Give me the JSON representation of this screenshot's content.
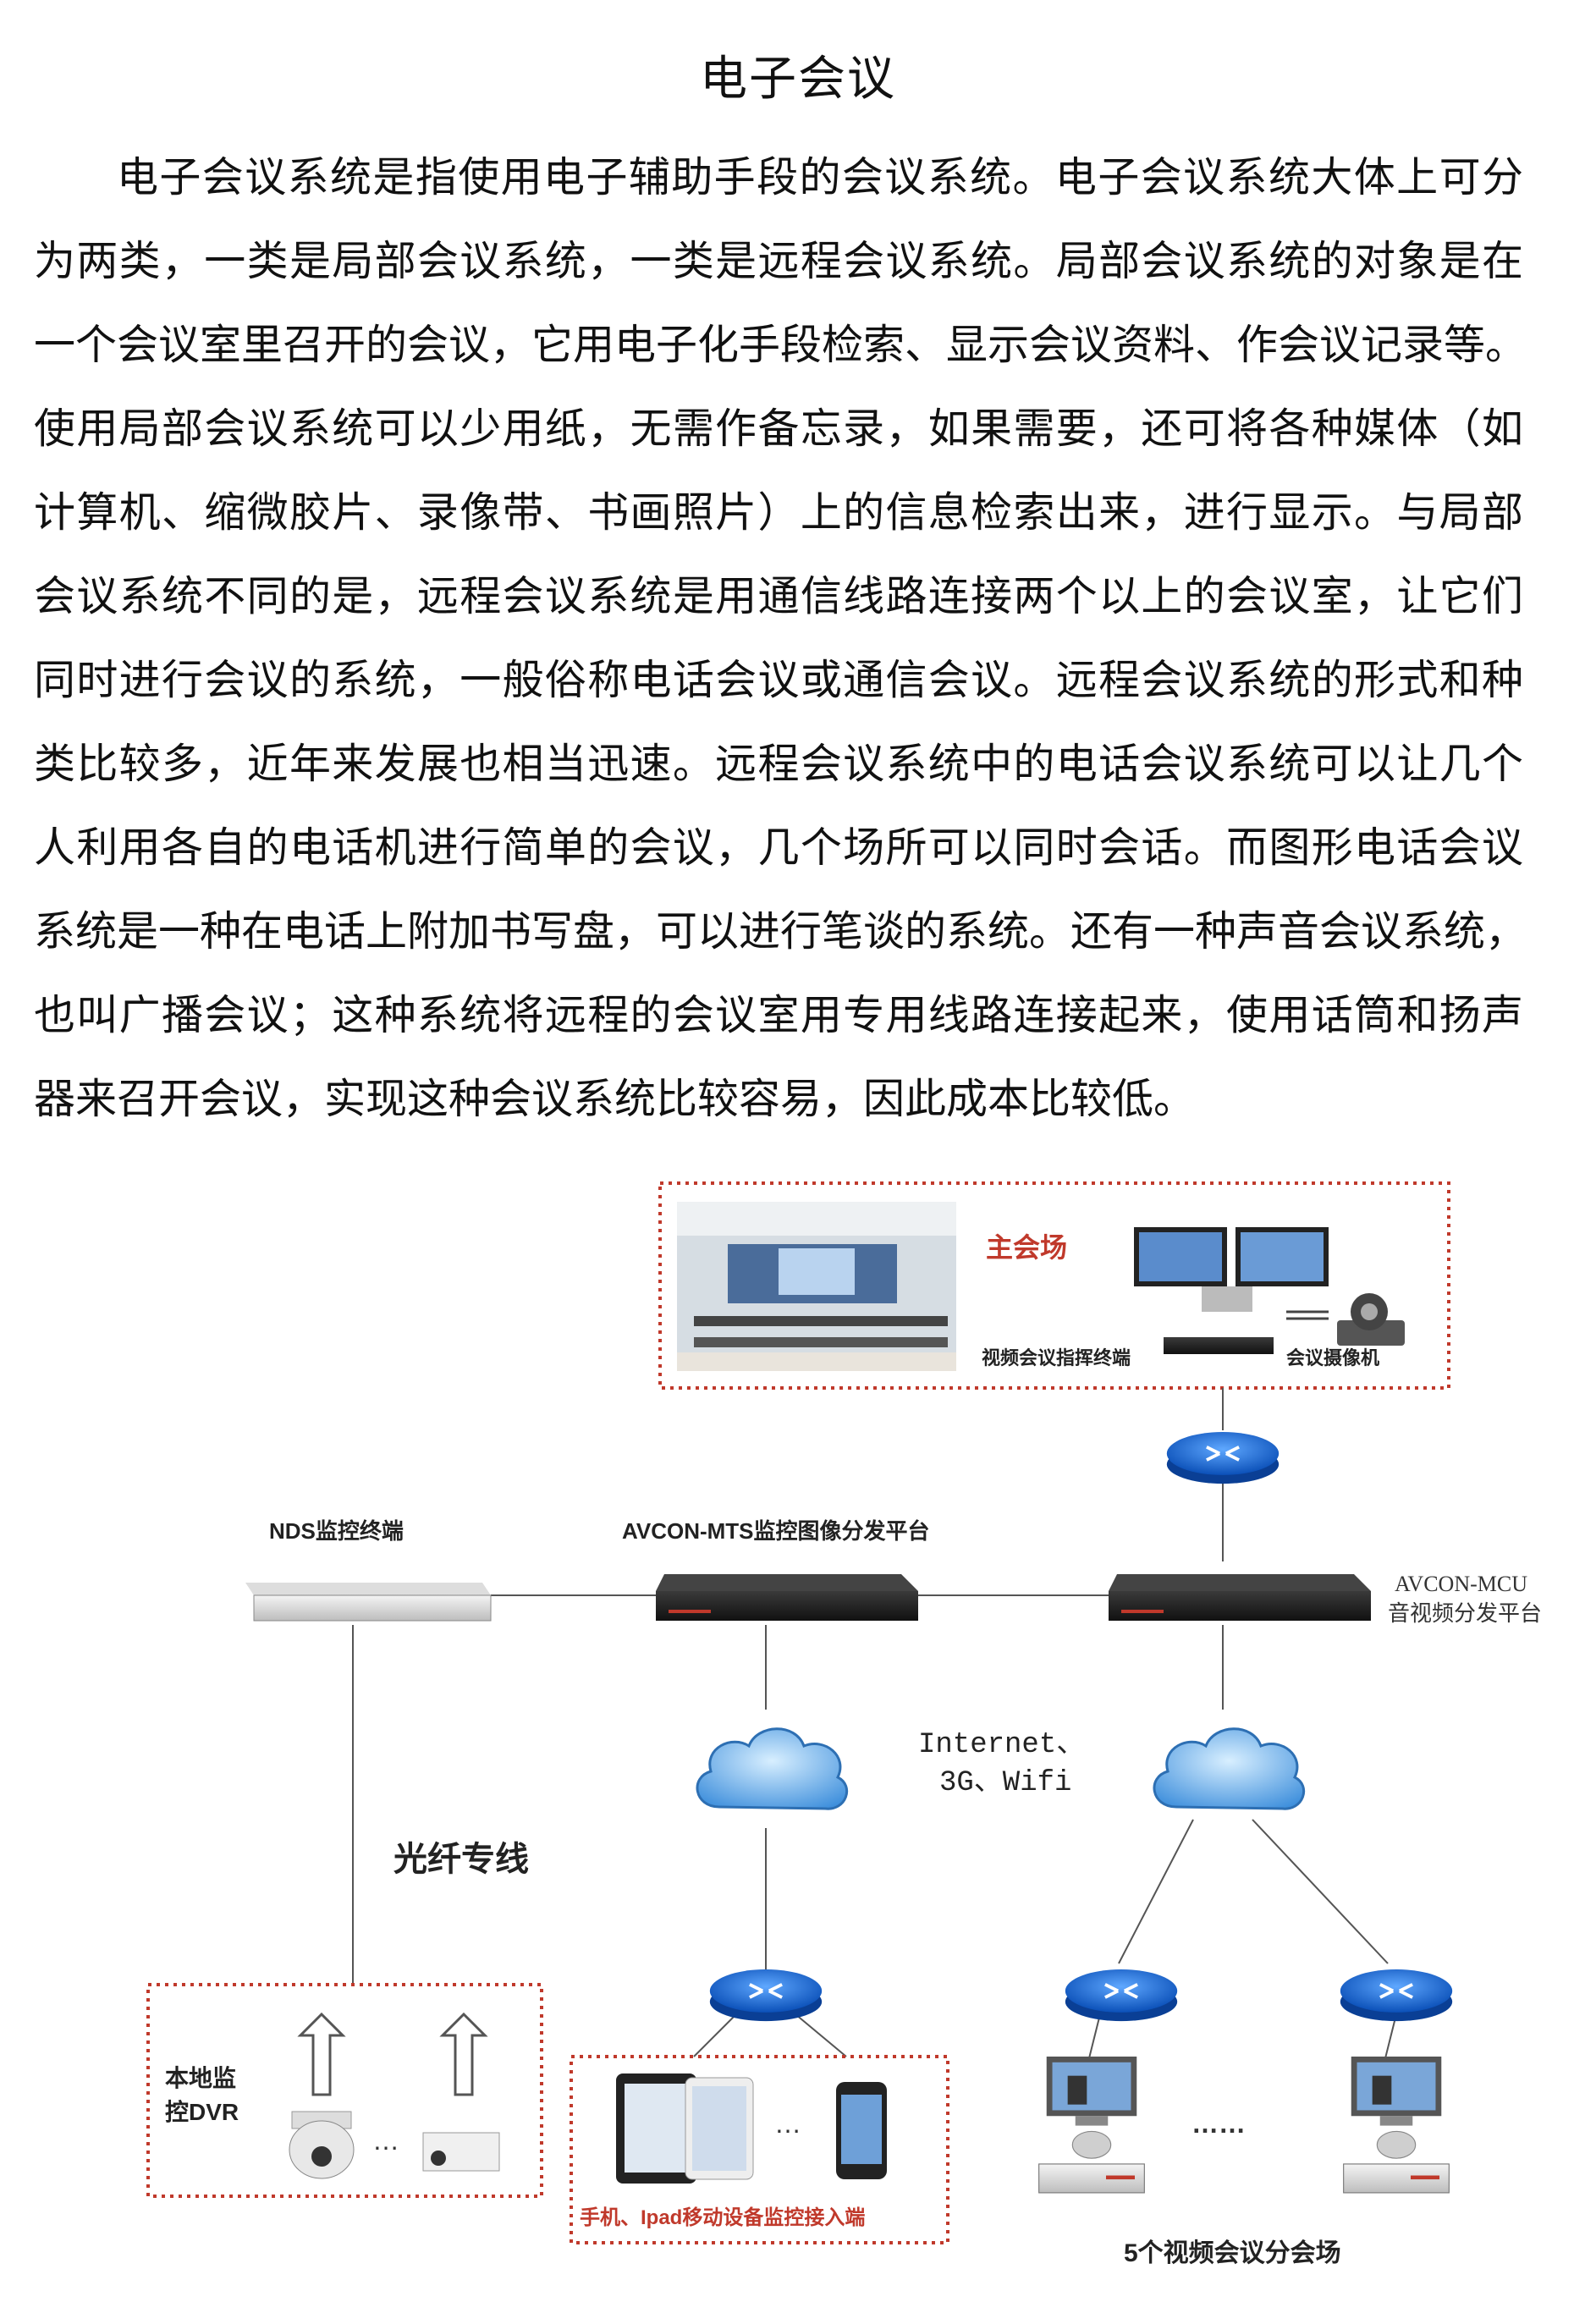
{
  "doc": {
    "title": "电子会议",
    "lines": [
      "电子会议系统是指使用电子辅助手段的会议系统。电子会议系统大体上可分",
      "为两类，一类是局部会议系统，一类是远程会议系统。局部会议系统的对象是在",
      "一个会议室里召开的会议，它用电子化手段检索、显示会议资料、作会议记录等。",
      "使用局部会议系统可以少用纸，无需作备忘录，如果需要，还可将各种媒体（如",
      "计算机、缩微胶片、录像带、书画照片）上的信息检索出来，进行显示。与局部",
      "会议系统不同的是，远程会议系统是用通信线路连接两个以上的会议室，让它们",
      "同时进行会议的系统，一般俗称电话会议或通信会议。远程会议系统的形式和种",
      "类比较多，近年来发展也相当迅速。远程会议系统中的电话会议系统可以让几个",
      "人利用各自的电话机进行简单的会议，几个场所可以同时会话。而图形电话会议",
      "系统是一种在电话上附加书写盘，可以进行笔谈的系统。还有一种声音会议系统，",
      "也叫广播会议；这种系统将远程的会议室用专用线路连接起来，使用话筒和扬声",
      "器来召开会议，实现这种会议系统比较容易，因此成本比较低。"
    ]
  },
  "diagram": {
    "main_venue": "主会场",
    "video_terminal": "视频会议指挥终端",
    "conference_camera": "会议摄像机",
    "nds": "NDS监控终端",
    "mts": "AVCON-MTS监控图像分发平台",
    "mcu_line1": "AVCON-MCU",
    "mcu_line2": "音视频分发平台",
    "internet_line1": "Internet、",
    "internet_line2": "3G、Wifi",
    "fiber": "光纤专线",
    "local_dvr_line1": "本地监",
    "local_dvr_line2": "控DVR",
    "mobile": "手机、Ipad移动设备监控接入端",
    "branch": "5个视频会议分会场",
    "ellipsis_short": "…",
    "ellipsis_long": "……",
    "colors": {
      "accent_red": "#c0392b",
      "router_blue": "#1f6fd6",
      "cloud_blue": "#4aa0e6"
    }
  }
}
